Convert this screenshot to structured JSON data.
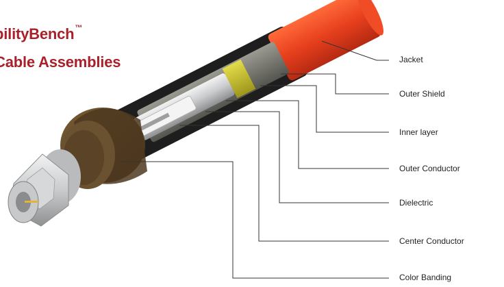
{
  "title": {
    "line1": "bilityBench",
    "trademark": "™",
    "line2": "Cable Assemblies"
  },
  "labels": [
    "Jacket",
    "Outer Shield",
    "Inner layer",
    "Outer Conductor",
    "Dielectric",
    "Center Conductor",
    "Color Banding"
  ],
  "colors": {
    "title": "#a8202a",
    "jacket": "#e8401e",
    "outer_shield": "#7a7a72",
    "inner_layer": "#c9c12a",
    "color_banding": "#5a4326",
    "connector": "#a7a9ab",
    "leader": "#333333"
  }
}
